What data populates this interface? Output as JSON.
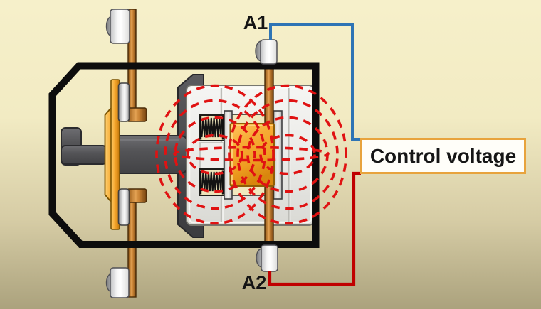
{
  "labels": {
    "a1": "A1",
    "a2": "A2",
    "control_voltage": "Control voltage"
  },
  "colors": {
    "background_top": "#F6F0CA",
    "background_bottom": "#ABA27D",
    "wire_blue": "#2E74B5",
    "wire_red": "#C00000",
    "field_line_red": "#E01212",
    "control_box_border": "#E8A33D",
    "housing_black": "#0D0D0D",
    "coil_orange": "#F5A62C",
    "copper": "#C07A2E"
  }
}
